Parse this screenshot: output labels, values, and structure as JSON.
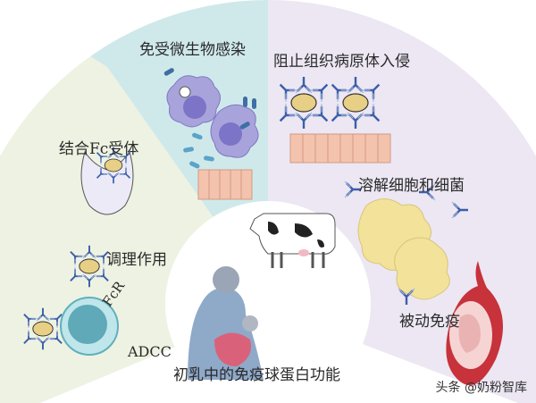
{
  "title": "初乳中的免疫球蛋白功能",
  "labels": {
    "microbe": "免受微生物感染",
    "block": "阻止组织病原体入侵",
    "fc": "结合Fc受体",
    "opsonization": "调理作用",
    "fcr": "FcR",
    "adcc": "ADCC",
    "lysis": "溶解细胞和细菌",
    "passive": "被动免疫"
  },
  "watermark": "头条 @奶粉智库",
  "colors": {
    "green_sector": "#eef2e2",
    "teal_sector": "#cfe9ea",
    "purple_sector": "#ece7f3",
    "antibody": "#3b5ea8",
    "pathogen": "#e8cf86",
    "epithelium": "#f4c3ad"
  }
}
